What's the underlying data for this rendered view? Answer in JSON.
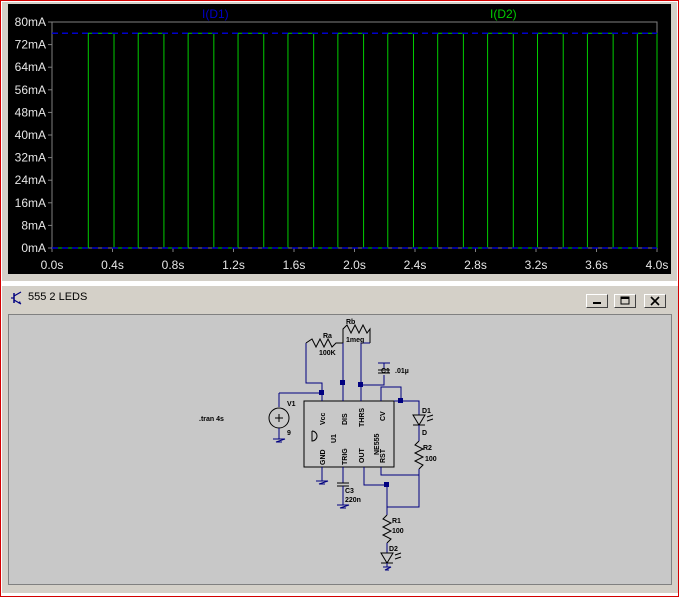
{
  "plot": {
    "traces": [
      {
        "name": "I(D1)",
        "color": "#0000cc"
      },
      {
        "name": "I(D2)",
        "color": "#00cc00"
      }
    ],
    "y_ticks": [
      "80mA",
      "72mA",
      "64mA",
      "56mA",
      "48mA",
      "40mA",
      "32mA",
      "24mA",
      "16mA",
      "8mA",
      "0mA"
    ],
    "x_ticks": [
      "0.0s",
      "0.4s",
      "0.8s",
      "1.2s",
      "1.6s",
      "2.0s",
      "2.4s",
      "2.8s",
      "3.2s",
      "3.6s",
      "4.0s"
    ]
  },
  "chart_data": {
    "type": "line",
    "x_range": [
      0,
      4.0
    ],
    "y_range": [
      0,
      80
    ],
    "y_unit": "mA",
    "x_unit": "s",
    "series": [
      {
        "name": "I(D1)",
        "values_note": "",
        "points": [
          [
            0,
            76
          ],
          [
            4.0,
            76
          ]
        ]
      },
      {
        "name": "I(D2)",
        "pulses": [
          [
            0.24,
            0.41
          ],
          [
            0.57,
            0.74
          ],
          [
            0.9,
            1.07
          ],
          [
            1.23,
            1.4
          ],
          [
            1.56,
            1.73
          ],
          [
            1.89,
            2.06
          ],
          [
            2.22,
            2.39
          ],
          [
            2.55,
            2.72
          ],
          [
            2.88,
            3.05
          ],
          [
            3.21,
            3.38
          ],
          [
            3.54,
            3.71
          ],
          [
            3.87,
            4.04
          ]
        ],
        "high": 76,
        "low": 0
      }
    ]
  },
  "window": {
    "title": "555 2 LEDS",
    "minimize_label": "minimize",
    "restore_label": "restore",
    "close_label": "close"
  },
  "schematic": {
    "directive": ".tran 4s",
    "labels": {
      "ra": "Ra",
      "ra_val": "100K",
      "rb": "Rb",
      "rb_val": "1meg",
      "c1": "C1",
      "c1_val": ".01µ",
      "v1": "V1",
      "v1_val": "9",
      "d1": "D1",
      "d1_model": "D",
      "r2": "R2",
      "r2_val": "100",
      "c3": "C3",
      "c3_val": "220n",
      "r1": "R1",
      "r1_val": "100",
      "d2": "D2",
      "u1": "U1",
      "chip": "NE555",
      "pin_vcc": "Vcc",
      "pin_dis": "DIS",
      "pin_thrs": "THRS",
      "pin_cv": "CV",
      "pin_gnd": "GND",
      "pin_trig": "TRIG",
      "pin_out": "OUT",
      "pin_rst": "RST"
    }
  }
}
